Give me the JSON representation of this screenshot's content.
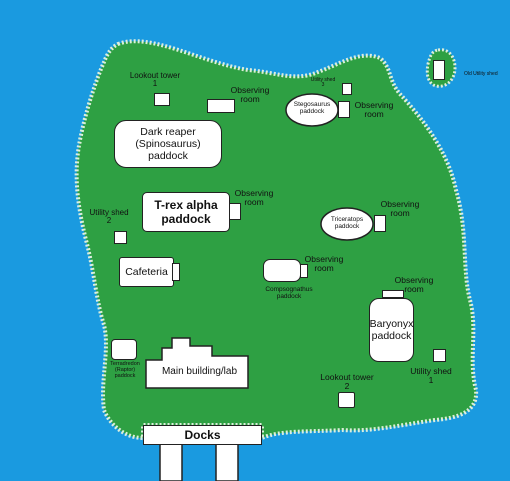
{
  "colors": {
    "water": "#1a9ae0",
    "land": "#2ea043",
    "coast": "#dcefdc",
    "building": "#ffffff",
    "outline": "#222222"
  },
  "labels": {
    "lookout_tower_1": "Lookout tower\n1",
    "lookout_tower_2": "Lookout tower\n2",
    "observing_room": "Observing\nroom",
    "utility_shed_small": "Utility shed\n3",
    "old_utility_shed": "Old Utility shed",
    "stegosaurus": "Stegosaurus\npaddock",
    "dark_reaper": "Dark reaper\n(Spinosaurus) paddock",
    "trex": "T-rex alpha\npaddock",
    "utility_shed_2": "Utility shed\n2",
    "triceratops": "Triceratops\npaddock",
    "cafeteria": "Cafeteria",
    "compsognathus": "Compsognathus\npaddock",
    "baryonyx": "Baryonyx\npaddock",
    "terradredon": "Terradredon\n(Raptor)\npaddock",
    "main_building": "Main building/lab",
    "utility_shed_1": "Utility shed\n1",
    "docks": "Docks"
  }
}
